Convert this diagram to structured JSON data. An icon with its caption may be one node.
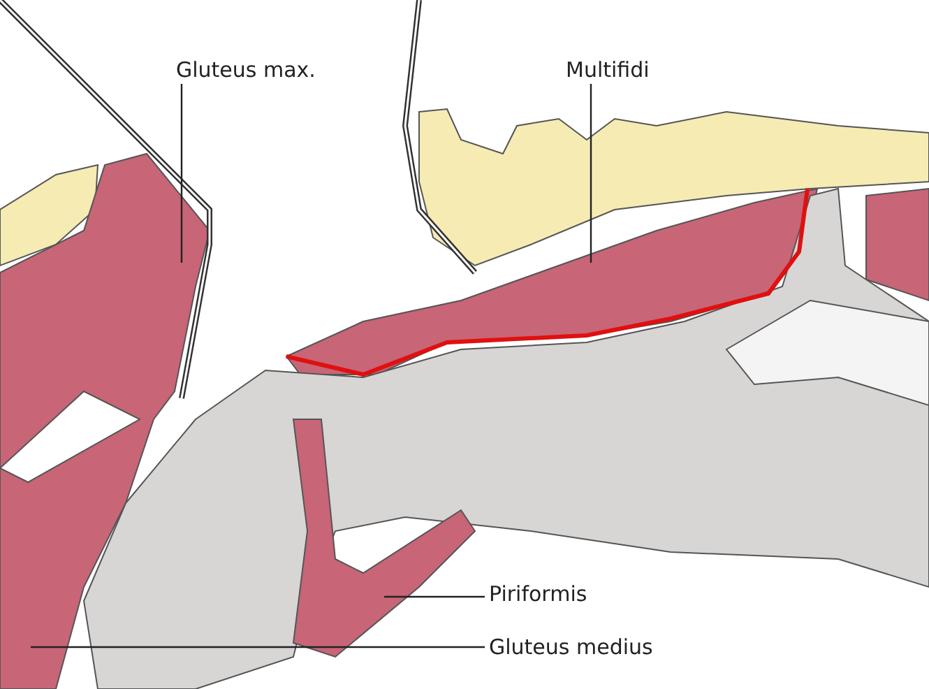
{
  "diagram": {
    "nodes": [
      {
        "text": [
          "Gluteus max."
        ]
      },
      {
        "text": [
          "Multifidi"
        ]
      },
      {
        "text": [
          "Piriformis"
        ]
      },
      {
        "text": [
          "Gluteus medius"
        ]
      }
    ],
    "edges": [
      {
        "from": 0,
        "to": null,
        "arrow": "none"
      },
      {
        "from": 1,
        "to": null,
        "arrow": "none"
      },
      {
        "from": 2,
        "to": null,
        "arrow": "none"
      },
      {
        "from": 3,
        "to": null,
        "arrow": "none"
      }
    ]
  }
}
